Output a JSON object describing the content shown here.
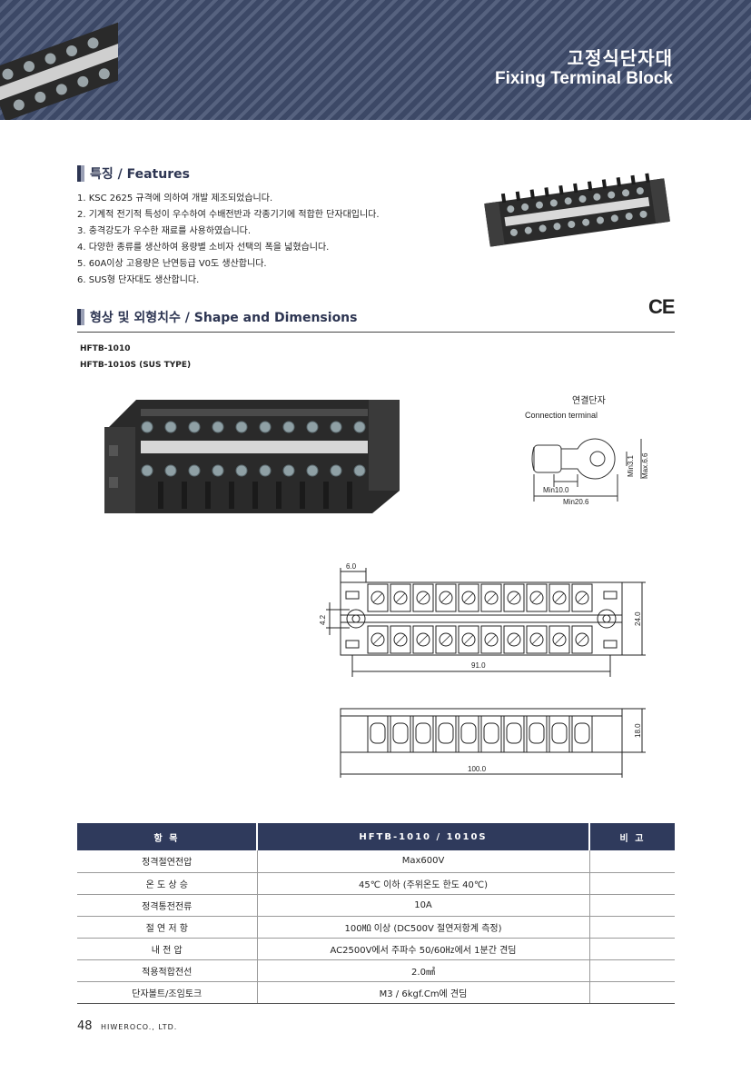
{
  "header": {
    "title_ko": "고정식단자대",
    "title_en": "Fixing Terminal Block"
  },
  "features": {
    "heading": "특징 / Features",
    "items": [
      "1. KSC 2625 규격에 의하여 개발 제조되었습니다.",
      "2. 기계적 전기적 특성이 우수하여 수배전반과 각종기기에 적합한 단자대입니다.",
      "3. 충격강도가 우수한 재료를 사용하였습니다.",
      "4. 다양한 종류를 생산하여 용량별 소비자 선택의 폭을 넓혔습니다.",
      "5. 60A이상 고용량은 난연등급 V0도 생산합니다.",
      "6. SUS형  단자대도 생산합니다."
    ]
  },
  "shape": {
    "heading": "형상 및 외형치수 / Shape and Dimensions",
    "model_1": "HFTB-1010",
    "model_2": "HFTB-1010S (SUS TYPE)",
    "ce_mark": "CE"
  },
  "connection_terminal": {
    "label_ko": "연결단자",
    "label_en": "Connection terminal",
    "dim_min10": "Min10.0",
    "dim_min20": "Min20.6",
    "dim_min3": "Min3.1",
    "dim_max6": "Max.6.6"
  },
  "top_view": {
    "dim_pitch": "6.0",
    "dim_hole": "4.2",
    "dim_height": "24.0",
    "dim_width": "91.0"
  },
  "side_view": {
    "dim_height": "18.0",
    "dim_width": "100.0"
  },
  "spec_table": {
    "headers": [
      "항  목",
      "HFTB-1010 / 1010S",
      "비  고"
    ],
    "rows": [
      [
        "정격절연전압",
        "Max600V",
        ""
      ],
      [
        "온 도 상 승",
        "45℃ 이하 (주위온도 한도 40℃)",
        ""
      ],
      [
        "정격통전전류",
        "10A",
        ""
      ],
      [
        "절  연  저  항",
        "100㏁ 이상 (DC500V 절연저항계 측정)",
        ""
      ],
      [
        "내    전    압",
        "AC2500V에서 주파수 50/60㎐에서 1분간 견딤",
        ""
      ],
      [
        "적용적합전선",
        "2.0㎟",
        ""
      ],
      [
        "단자볼트/조임토크",
        "M3 / 6kgf.Cm에 견딤",
        ""
      ]
    ]
  },
  "footer": {
    "page_number": "48",
    "company": "HIWEROCO., LTD."
  }
}
